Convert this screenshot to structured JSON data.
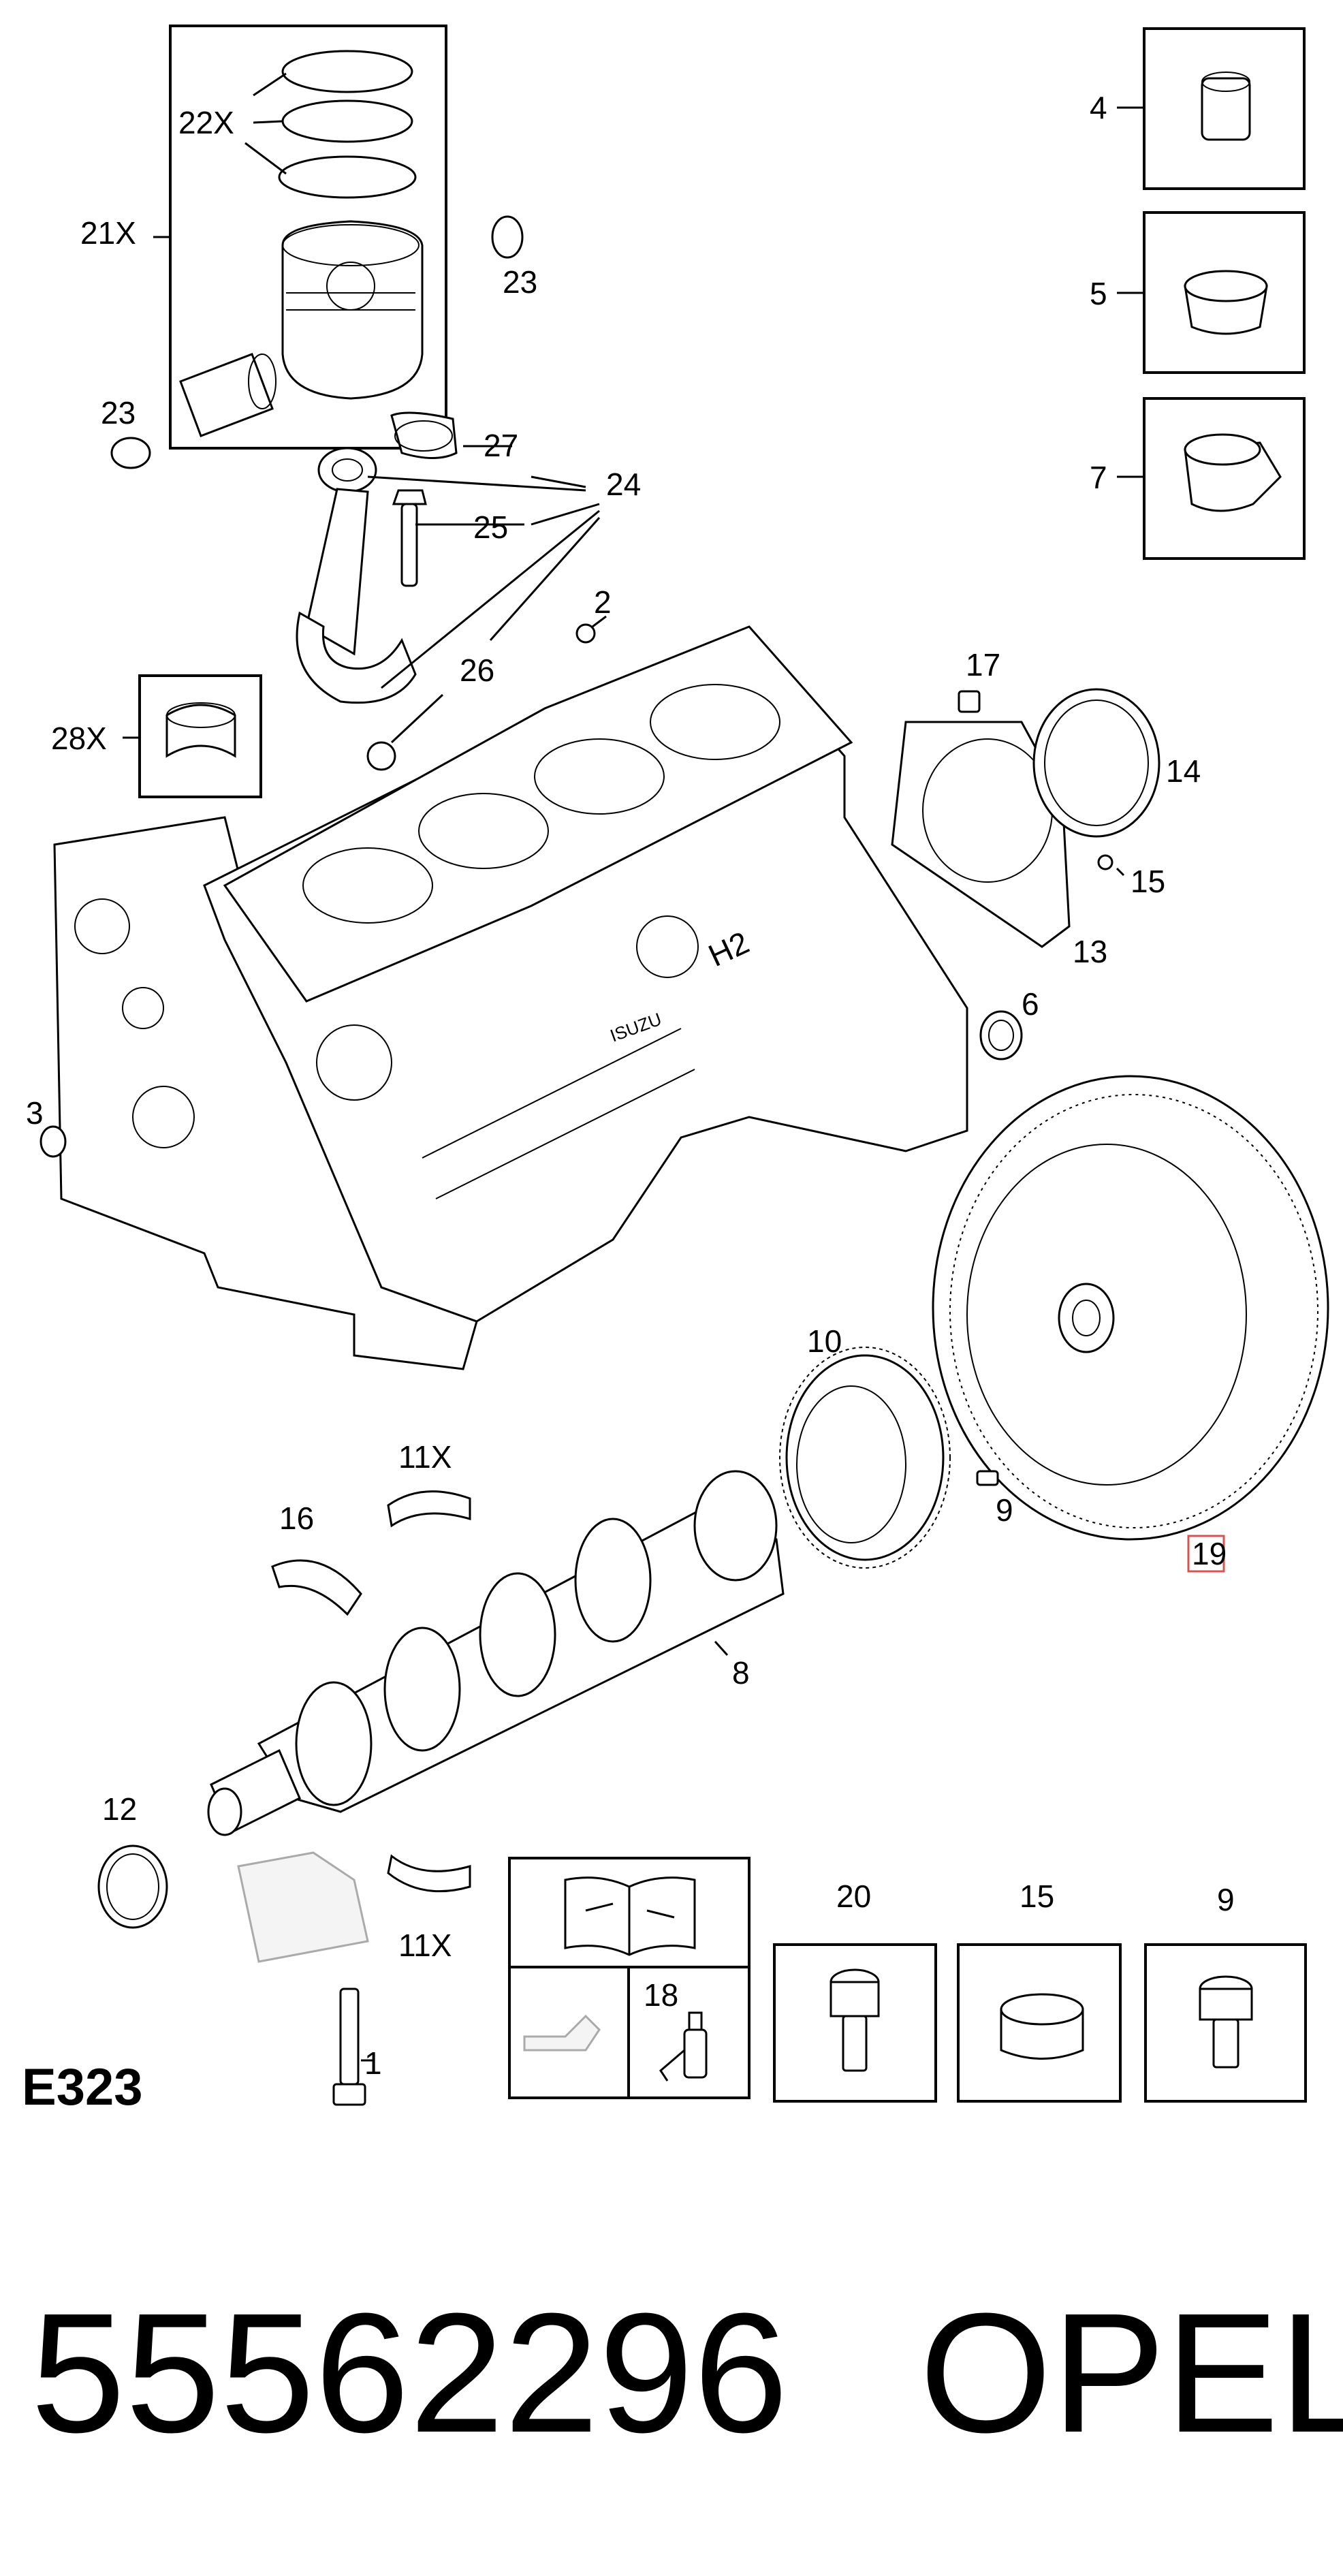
{
  "diagram_code": "E323",
  "part_number": "55562296",
  "brand": "OPEL",
  "highlighted_callout": "19",
  "callouts": {
    "c1": "1",
    "c2": "2",
    "c3": "3",
    "c4": "4",
    "c5": "5",
    "c6": "6",
    "c7": "7",
    "c8": "8",
    "c9a": "9",
    "c9b": "9",
    "c10": "10",
    "c11a": "11X",
    "c11b": "11X",
    "c12": "12",
    "c13": "13",
    "c14": "14",
    "c15a": "15",
    "c15b": "15",
    "c16": "16",
    "c17": "17",
    "c18": "18",
    "c19": "19",
    "c20": "20",
    "c21": "21X",
    "c22": "22X",
    "c23a": "23",
    "c23b": "23",
    "c24": "24",
    "c25": "25",
    "c26": "26",
    "c27": "27",
    "c28": "28X"
  },
  "block_marking": "H2",
  "block_brand_mark": "ISUZU",
  "colors": {
    "ink": "#000000",
    "highlight": "#d9534f",
    "ghost": "#aaaaaa"
  },
  "icons": [
    "service-manual-icon",
    "oil-can-icon",
    "sealant-tube-icon"
  ]
}
